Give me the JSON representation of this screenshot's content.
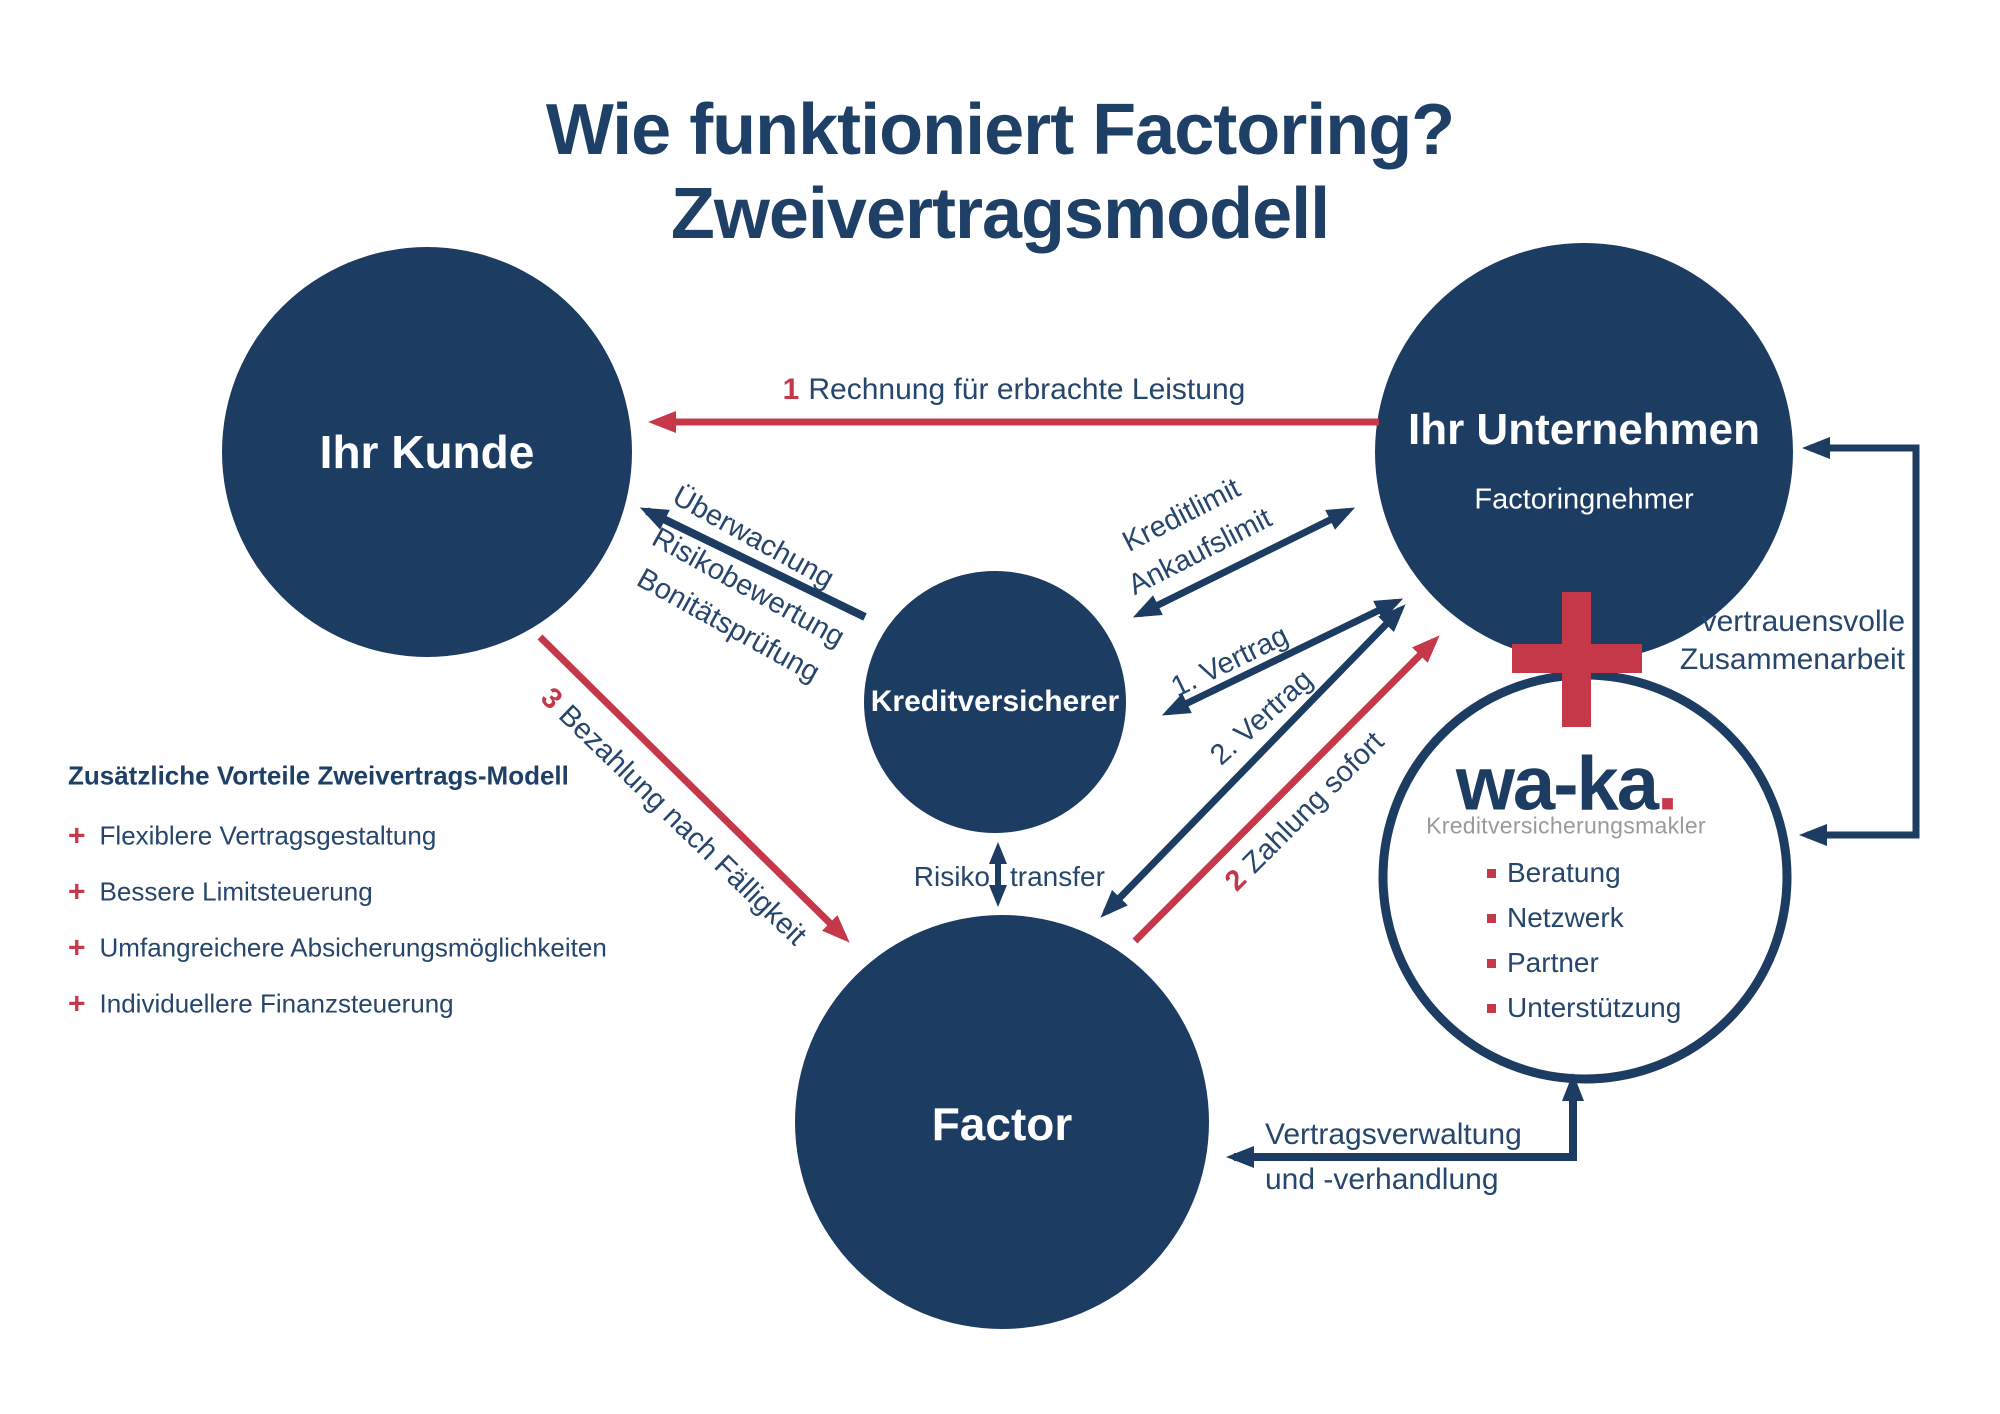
{
  "title": {
    "line1": "Wie funktioniert Factoring?",
    "line2": "Zweivertragsmodell"
  },
  "colors": {
    "navy_fill": "#1d3c62",
    "navy_text": "#26466c",
    "red": "#c5384a",
    "gray": "#9a9a9a",
    "background": "#ffffff"
  },
  "nodes": {
    "customer": {
      "label": "Ihr Kunde"
    },
    "company": {
      "label": "Ihr Unternehmen",
      "sublabel": "Factoringnehmer"
    },
    "insurer": {
      "label": "Kreditversicherer"
    },
    "factor": {
      "label": "Factor"
    },
    "waka": {
      "logo": "wa-ka",
      "dot": ".",
      "subtitle": "Kreditversicherungsmakler",
      "items": [
        {
          "label": "Beratung"
        },
        {
          "label": "Netzwerk"
        },
        {
          "label": "Partner"
        },
        {
          "label": "Unterstützung"
        }
      ]
    }
  },
  "arrows": {
    "invoice": {
      "num": "1",
      "label": "Rechnung für erbrachte Leistung"
    },
    "monitoring": {
      "lines": [
        "Überwachung",
        "Risikobewertung",
        "Bonitätsprüfung"
      ]
    },
    "limits": {
      "lines": [
        "Kreditlimit",
        "Ankaufslimit"
      ]
    },
    "contract1": {
      "label": "1. Vertrag"
    },
    "contract2": {
      "label": "2. Vertrag"
    },
    "payment_now": {
      "num": "2",
      "label": "Zahlung sofort"
    },
    "payment_due": {
      "num": "3",
      "label": "Bezahlung nach Fälligkeit"
    },
    "risk": {
      "word1": "Risiko",
      "word2": "transfer"
    },
    "trust": {
      "line1": "vertrauensvolle",
      "line2": "Zusammenarbeit"
    },
    "contract_admin": {
      "line1": "Vertragsverwaltung",
      "line2": "und -verhandlung"
    }
  },
  "benefits": {
    "heading": "Zusätzliche Vorteile Zweivertrags-Modell",
    "plus": "+",
    "items": [
      {
        "label": "Flexiblere Vertragsgestaltung"
      },
      {
        "label": "Bessere Limitsteuerung"
      },
      {
        "label": "Umfangreichere Absicherungsmöglichkeiten"
      },
      {
        "label": "Individuellere Finanzsteuerung"
      }
    ]
  }
}
